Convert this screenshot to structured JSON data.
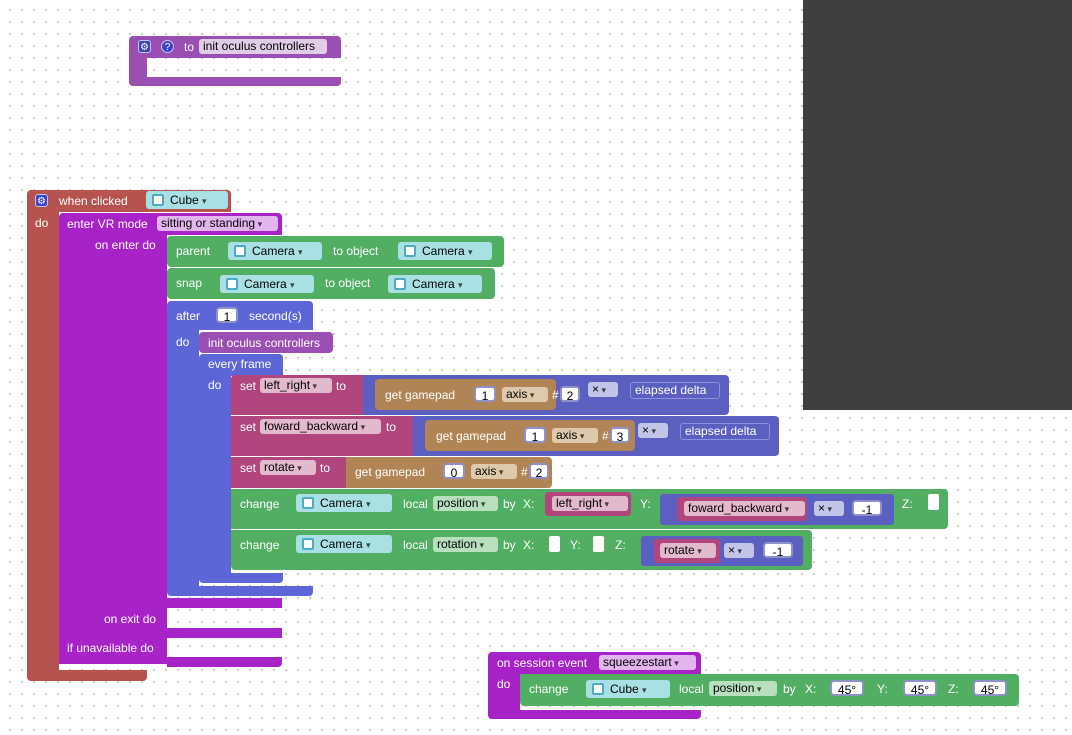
{
  "colors": {
    "procedure": "#9a4fb3",
    "event": "#b7534f",
    "vr": "#a722c7",
    "scene": "#51ae63",
    "timing": "#5d66d6",
    "variable": "#b0467d",
    "sensing": "#b08454",
    "math": "#5b5fc0",
    "viewport": "#3f3f3f"
  },
  "icons": {
    "gear": "gear-icon",
    "help": "help-icon",
    "cube": "cube-icon"
  },
  "proc_def": {
    "to": "to",
    "name": "init oculus controllers"
  },
  "event": {
    "when_clicked": "when clicked",
    "target": "Cube",
    "do": "do"
  },
  "vr_mode": {
    "label": "enter VR mode",
    "mode": "sitting or standing",
    "on_enter": "on enter do",
    "on_exit": "on exit do",
    "if_unavailable": "if unavailable do"
  },
  "parent_block": {
    "label": "parent",
    "object": "Camera",
    "to_object": "to object",
    "target": "Camera"
  },
  "snap_block": {
    "label": "snap",
    "object": "Camera",
    "to_object": "to object",
    "target": "Camera"
  },
  "after_block": {
    "label": "after",
    "value": "1",
    "unit": "second(s)",
    "do": "do"
  },
  "call_init": "init oculus controllers",
  "every_frame": {
    "label": "every frame",
    "do": "do"
  },
  "set_lr": {
    "set": "set",
    "var": "left_right",
    "to": "to",
    "get": "get gamepad",
    "pad": "1",
    "axis": "axis",
    "hash": "#",
    "index": "2",
    "op": "×",
    "delta": "elapsed delta"
  },
  "set_fb": {
    "set": "set",
    "var": "foward_backward",
    "to": "to",
    "get": "get gamepad",
    "pad": "1",
    "axis": "axis",
    "hash": "#",
    "index": "3",
    "op": "×",
    "delta": "elapsed delta"
  },
  "set_rot": {
    "set": "set",
    "var": "rotate",
    "to": "to",
    "get": "get gamepad",
    "pad": "0",
    "axis": "axis",
    "hash": "#",
    "index": "2"
  },
  "change_pos": {
    "change": "change",
    "object": "Camera",
    "local": "local",
    "prop": "position",
    "by": "by",
    "x": "X:",
    "xval": "left_right",
    "y": "Y:",
    "yvar": "foward_backward",
    "op": "×",
    "yval": "-1",
    "z": "Z:"
  },
  "change_rot": {
    "change": "change",
    "object": "Camera",
    "local": "local",
    "prop": "rotation",
    "by": "by",
    "x": "X:",
    "y": "Y:",
    "z": "Z:",
    "zvar": "rotate",
    "op": "×",
    "zval": "-1"
  },
  "session": {
    "label": "on session event",
    "event": "squeezestart",
    "do": "do",
    "change": "change",
    "object": "Cube",
    "local": "local",
    "prop": "position",
    "by": "by",
    "x": "X:",
    "xval": "45°",
    "y": "Y:",
    "yval": "45°",
    "z": "Z:",
    "zval": "45°"
  }
}
